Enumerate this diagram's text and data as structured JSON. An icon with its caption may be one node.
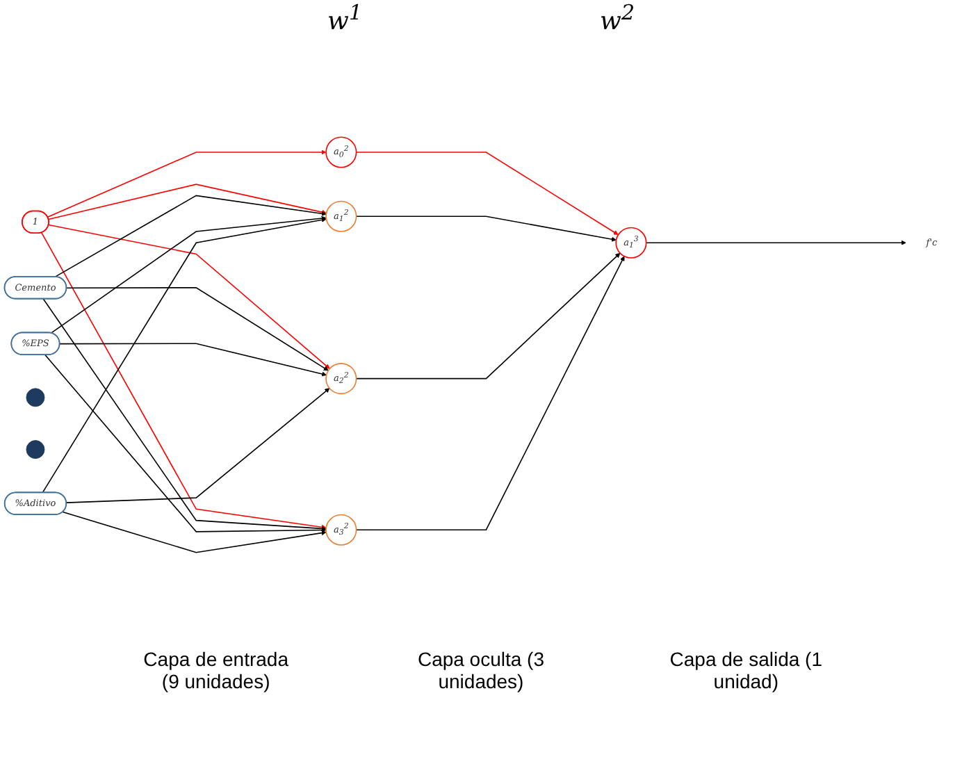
{
  "diagram": {
    "nodes": [
      {
        "text": [
          "1"
        ]
      },
      {
        "text": [
          "Cemento"
        ]
      },
      {
        "text": [
          "%EPS"
        ]
      },
      {
        "text": [],
        "shape": "circle"
      },
      {
        "text": [],
        "shape": "circle"
      },
      {
        "text": [
          "%Aditivo"
        ]
      },
      {
        "text": [
          "a$_{0}$$^{2}$"
        ]
      },
      {
        "text": [
          "a$_{1}$$^{2}$"
        ]
      },
      {
        "text": [
          "a$_{2}$$^{2}$"
        ]
      },
      {
        "text": [
          "a$_{3}$$^{2}$"
        ]
      },
      {
        "text": [
          "a$_{1}$$^{3}$"
        ]
      },
      {
        "text": [
          "f'c"
        ]
      }
    ],
    "edges": [
      {
        "from": 0,
        "to": 6,
        "arrow": "to",
        "color": "#ff0000"
      },
      {
        "from": 0,
        "to": 7,
        "arrow": "to",
        "color": "#ff0000"
      },
      {
        "from": 0,
        "to": 8,
        "arrow": "to",
        "color": "#ff0000"
      },
      {
        "from": 0,
        "to": 9,
        "arrow": "to",
        "color": "#ff0000"
      },
      {
        "from": 1,
        "to": 7,
        "arrow": "to"
      },
      {
        "from": 1,
        "to": 8,
        "arrow": "to"
      },
      {
        "from": 1,
        "to": 9,
        "arrow": "to"
      },
      {
        "from": 2,
        "to": 7,
        "arrow": "to"
      },
      {
        "from": 2,
        "to": 8,
        "arrow": "to"
      },
      {
        "from": 2,
        "to": 9,
        "arrow": "to"
      },
      {
        "from": 5,
        "to": 7,
        "arrow": "to"
      },
      {
        "from": 5,
        "to": 8,
        "arrow": "to"
      },
      {
        "from": 5,
        "to": 9,
        "arrow": "to"
      },
      {
        "from": 6,
        "to": 10,
        "arrow": "to",
        "color": "#ff0000"
      },
      {
        "from": 7,
        "to": 10,
        "arrow": "to"
      },
      {
        "from": 8,
        "to": 10,
        "arrow": "to"
      },
      {
        "from": 9,
        "to": 10,
        "arrow": "to"
      },
      {
        "from": 10,
        "to": 11,
        "arrow": "to"
      }
    ],
    "labels": [
      "w$^{1}$",
      "w$^{2}$",
      "Capa de entrada (9 unidades)",
      "Capa oculta (3 unidades)",
      "Capa de salida (1 unidad)"
    ]
  }
}
